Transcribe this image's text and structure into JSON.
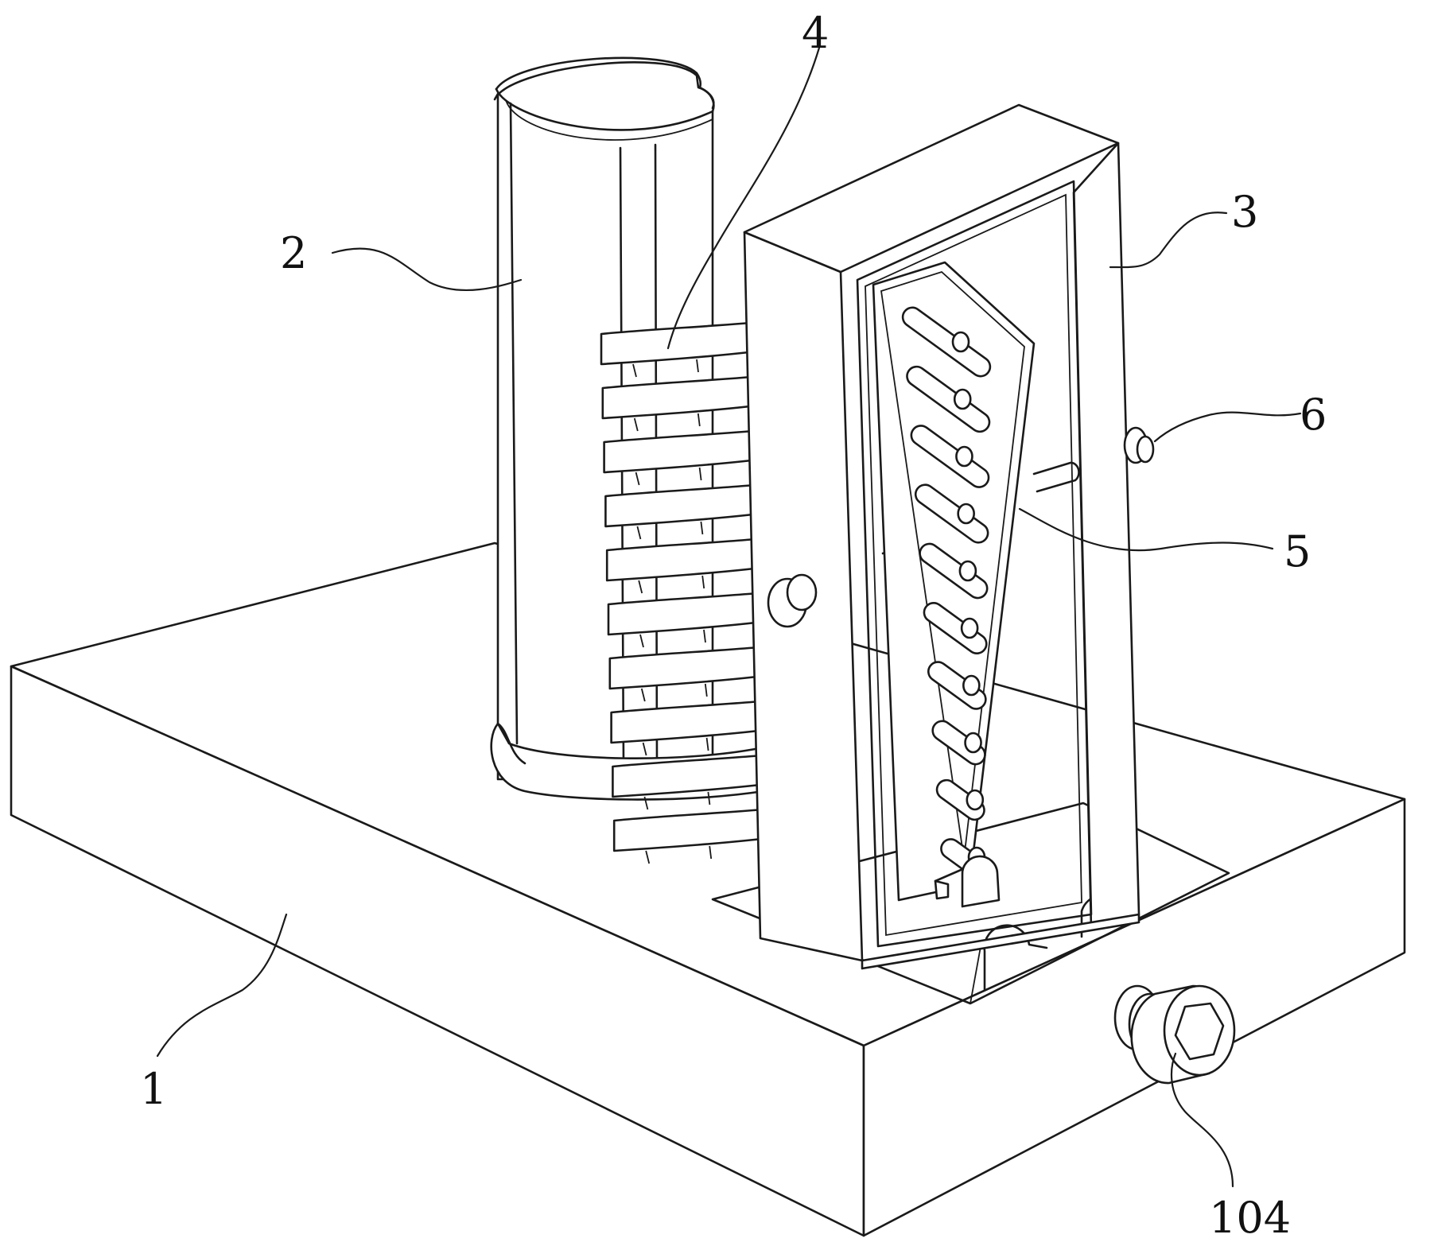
{
  "labels": {
    "base": "1",
    "column": "2",
    "frame": "3",
    "rings": "4",
    "plate": "5",
    "side_bolt": "6",
    "hex_bolt": "104"
  },
  "colors": {
    "line": "#1a1a1a",
    "background": "#ffffff"
  }
}
